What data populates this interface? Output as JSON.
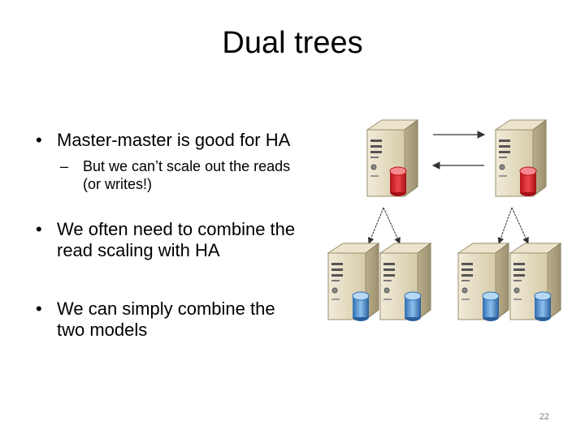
{
  "slide": {
    "title": "Dual trees",
    "bullets": [
      {
        "text": "Master-master is good for HA",
        "sub": "But we can’t scale out the reads (or writes!)"
      },
      {
        "text": "We often need to combine the read scaling with HA"
      },
      {
        "text": "We can simply combine the two models"
      }
    ],
    "bullet_symbol": "•",
    "sub_symbol": "–",
    "page_number": "22"
  },
  "diagram": {
    "masters": 2,
    "slaves_per_master": 2,
    "master_db_color": "#e8262d",
    "slave_db_color": "#4f8fd0",
    "server_color": "#e2d9c0",
    "icon": "server-icon"
  }
}
